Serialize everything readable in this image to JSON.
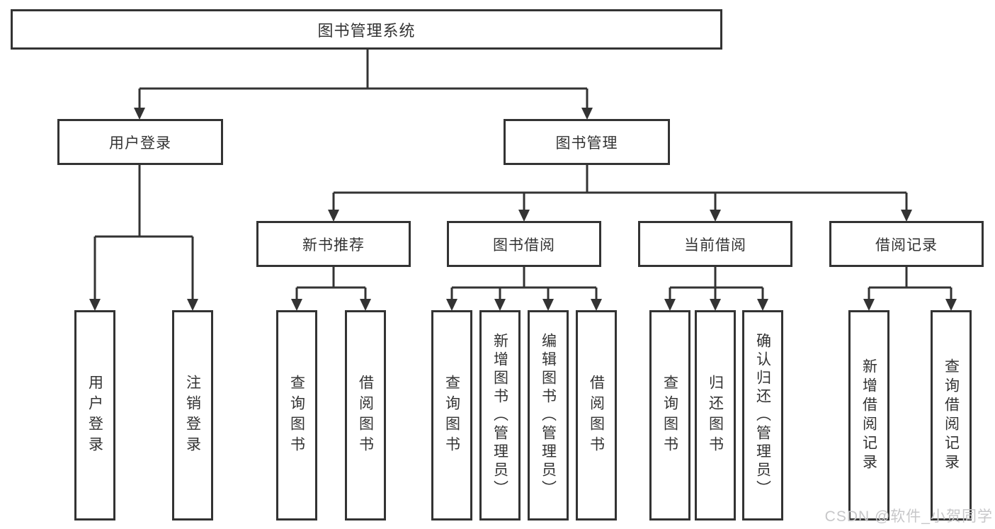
{
  "diagram": {
    "tree": {
      "label": "图书管理系统",
      "children": [
        {
          "label": "用户登录",
          "children": [
            {
              "label": "用户登录"
            },
            {
              "label": "注销登录"
            }
          ]
        },
        {
          "label": "图书管理",
          "children": [
            {
              "label": "新书推荐",
              "children": [
                {
                  "label": "查询图书"
                },
                {
                  "label": "借阅图书"
                }
              ]
            },
            {
              "label": "图书借阅",
              "children": [
                {
                  "label": "查询图书"
                },
                {
                  "label": "新增图书（管理员）"
                },
                {
                  "label": "编辑图书（管理员）"
                },
                {
                  "label": "借阅图书"
                }
              ]
            },
            {
              "label": "当前借阅",
              "children": [
                {
                  "label": "查询图书"
                },
                {
                  "label": "归还图书"
                },
                {
                  "label": "确认归还（管理员）"
                }
              ]
            },
            {
              "label": "借阅记录",
              "children": [
                {
                  "label": "新增借阅记录"
                },
                {
                  "label": "查询借阅记录"
                }
              ]
            }
          ]
        }
      ]
    },
    "line_color": "#333333",
    "box_background": "#ffffff"
  },
  "watermark": {
    "text": "CSDN @软件_小贺同学",
    "color": "#c7c7c9"
  }
}
